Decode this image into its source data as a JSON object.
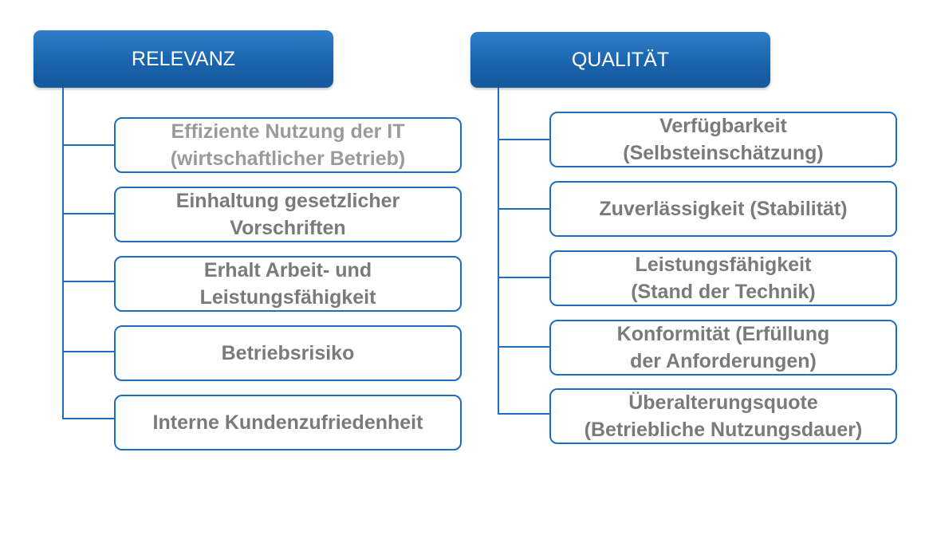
{
  "relevanz": {
    "title": "RELEVANZ",
    "items": [
      "Effiziente Nutzung der IT\n(wirtschaftlicher Betrieb)",
      "Einhaltung gesetzlicher\nVorschriften",
      "Erhalt Arbeit- und\nLeistungsfähigkeit",
      "Betriebsrisiko",
      "Interne Kundenzufriedenheit"
    ]
  },
  "qualitaet": {
    "title": "QUALITÄT",
    "items": [
      "Verfügbarkeit\n(Selbsteinschätzung)",
      "Zuverlässigkeit (Stabilität)",
      "Leistungsfähigkeit\n(Stand der Technik)",
      "Konformität (Erfüllung\nder Anforderungen)",
      "Überalterungsquote\n(Betriebliche Nutzungsdauer)"
    ]
  },
  "colors": {
    "header": "#1a64ae",
    "border": "#1e6dc0",
    "text": "#7a7a7a"
  }
}
